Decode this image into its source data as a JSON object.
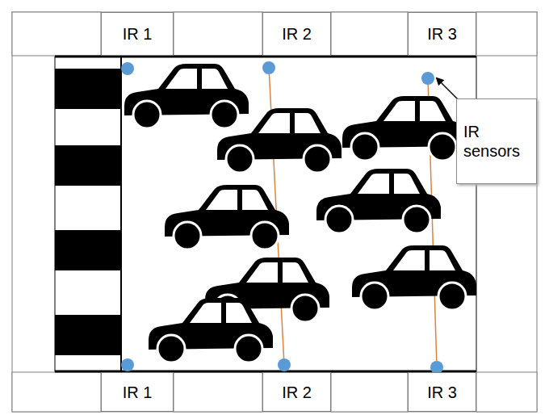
{
  "diagram": {
    "nodes": [
      {
        "text": [
          "IR 1"
        ]
      },
      {
        "text": [
          "IR 2"
        ]
      },
      {
        "text": [
          "IR 3"
        ]
      },
      {
        "text": [
          "IR sensors"
        ]
      },
      {
        "text": [
          "IR 1"
        ]
      },
      {
        "text": [
          "IR 2"
        ]
      },
      {
        "text": [
          "IR 3"
        ]
      }
    ]
  }
}
